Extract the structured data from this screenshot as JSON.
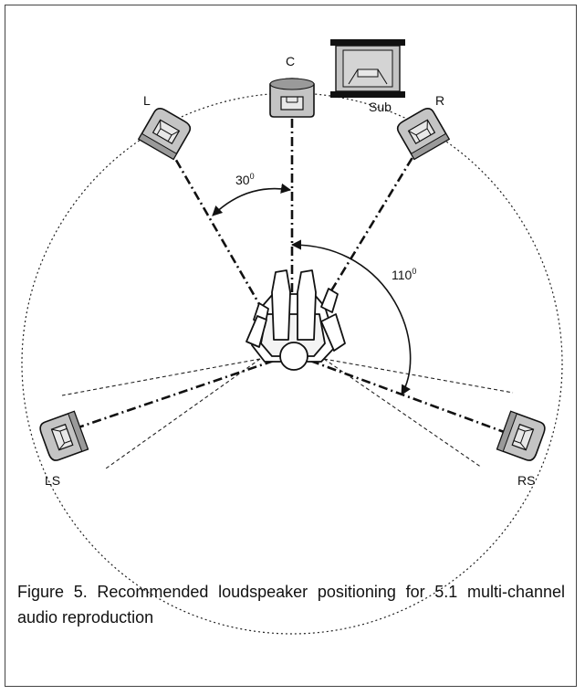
{
  "speakers": {
    "left": "L",
    "center": "C",
    "right": "R",
    "subwoofer": "Sub",
    "left_surround": "LS",
    "right_surround": "RS"
  },
  "angles": {
    "front": {
      "base": "30",
      "exp": "0"
    },
    "surround": {
      "base": "110",
      "exp": "0"
    }
  },
  "caption": "Figure 5. Recommended loudspeaker positioning for 5.1 multi-channel audio reproduction",
  "colors": {
    "speaker_fill": "#c4c4c4",
    "speaker_front": "#e8e8e8",
    "line": "#111111"
  }
}
